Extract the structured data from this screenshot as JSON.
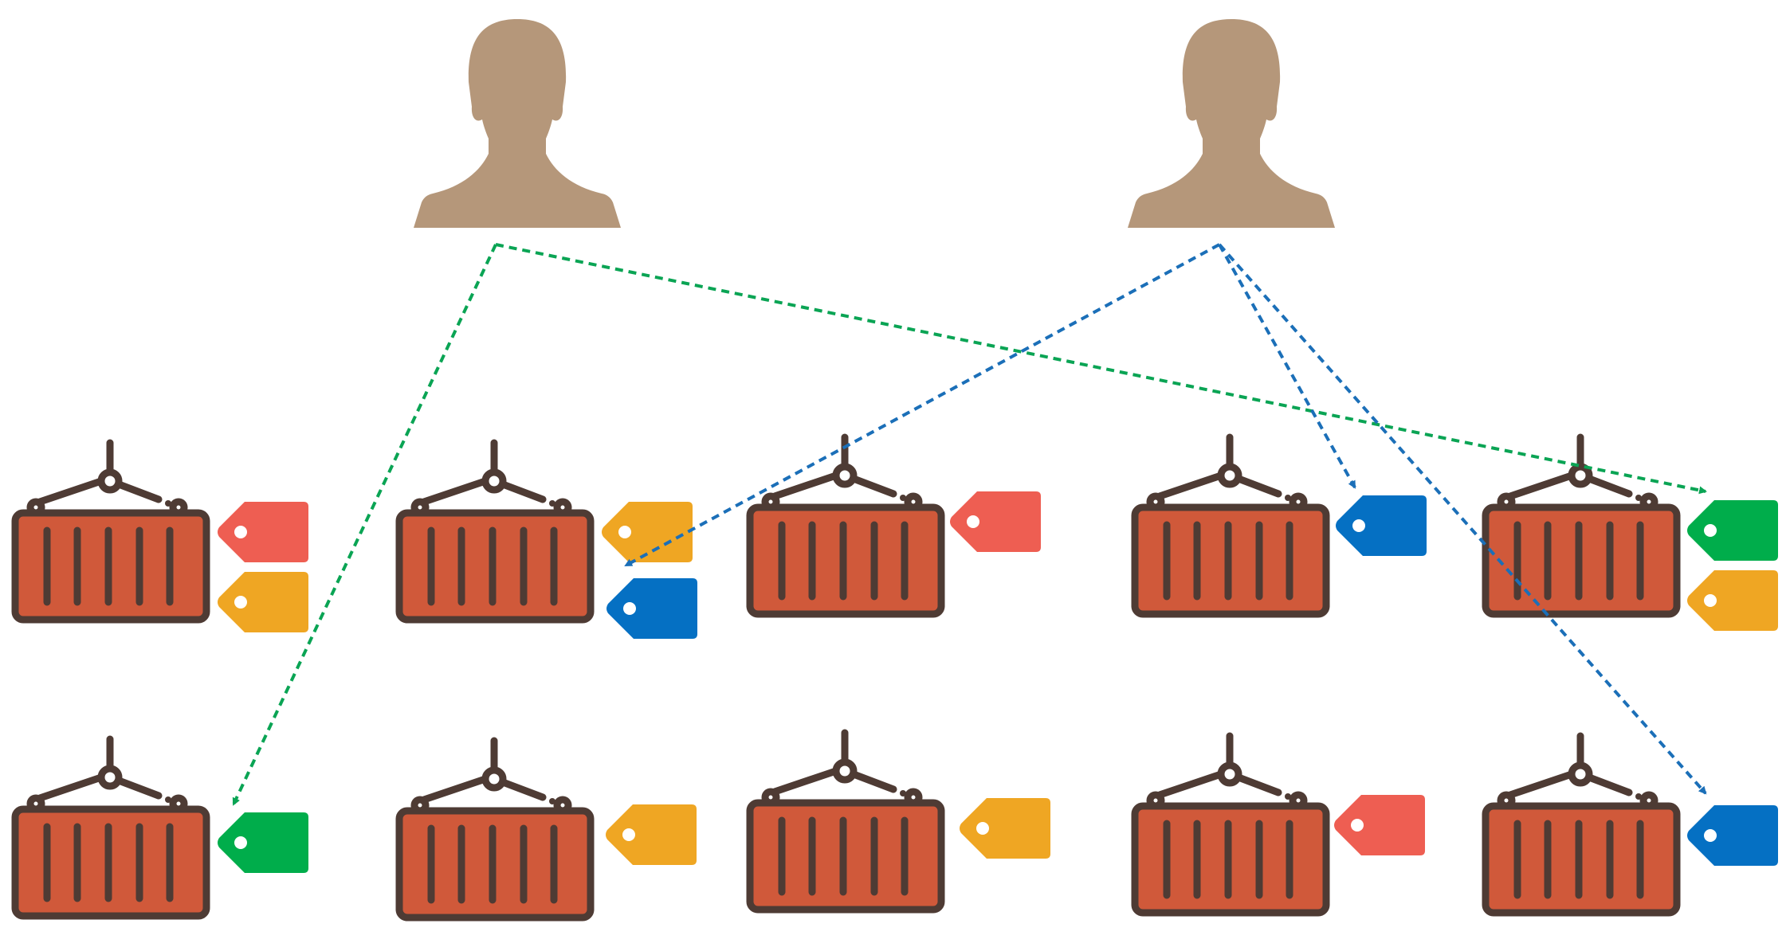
{
  "colors": {
    "person": "#B5977A",
    "container_fill": "#D0593A",
    "container_outline": "#4E3B34",
    "tag_red": "#EE5E52",
    "tag_yellow": "#EFA623",
    "tag_blue": "#0570C3",
    "tag_green": "#00AD4B",
    "link_green": "#0AA454",
    "link_blue": "#1B6FB8"
  },
  "persons": [
    {
      "id": "person-1",
      "icon": "person-silhouette-icon"
    },
    {
      "id": "person-2",
      "icon": "person-silhouette-icon"
    }
  ],
  "containers": [
    {
      "id": "container-r1-c1",
      "icon": "container-crane-icon",
      "tags": [
        "red",
        "yellow"
      ]
    },
    {
      "id": "container-r1-c2",
      "icon": "container-crane-icon",
      "tags": [
        "yellow",
        "blue"
      ]
    },
    {
      "id": "container-r1-c3",
      "icon": "container-crane-icon",
      "tags": [
        "red"
      ]
    },
    {
      "id": "container-r1-c4",
      "icon": "container-crane-icon",
      "tags": [
        "blue"
      ]
    },
    {
      "id": "container-r1-c5",
      "icon": "container-crane-icon",
      "tags": [
        "green",
        "yellow"
      ]
    },
    {
      "id": "container-r2-c1",
      "icon": "container-crane-icon",
      "tags": [
        "green"
      ]
    },
    {
      "id": "container-r2-c2",
      "icon": "container-crane-icon",
      "tags": [
        "yellow"
      ]
    },
    {
      "id": "container-r2-c3",
      "icon": "container-crane-icon",
      "tags": [
        "yellow"
      ]
    },
    {
      "id": "container-r2-c4",
      "icon": "container-crane-icon",
      "tags": [
        "red"
      ]
    },
    {
      "id": "container-r2-c5",
      "icon": "container-crane-icon",
      "tags": [
        "blue"
      ]
    }
  ],
  "links": [
    {
      "from": "person-1",
      "to": "container-r2-c1",
      "tag": "green",
      "color": "#0AA454"
    },
    {
      "from": "person-1",
      "to": "container-r1-c5",
      "tag": "green",
      "color": "#0AA454"
    },
    {
      "from": "person-2",
      "to": "container-r1-c2",
      "tag": "blue",
      "color": "#1B6FB8"
    },
    {
      "from": "person-2",
      "to": "container-r1-c4",
      "tag": "blue",
      "color": "#1B6FB8"
    },
    {
      "from": "person-2",
      "to": "container-r2-c5",
      "tag": "blue",
      "color": "#1B6FB8"
    }
  ]
}
